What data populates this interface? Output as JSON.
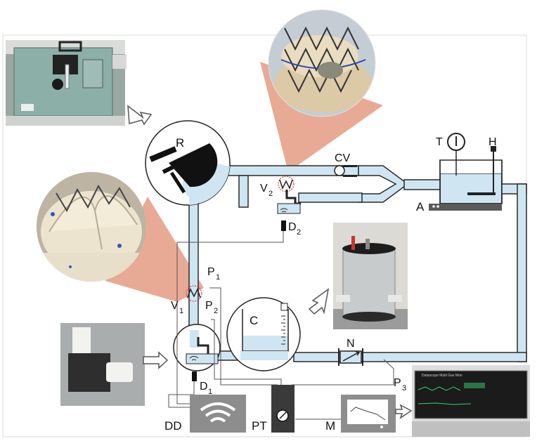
{
  "labels": {
    "R": "R",
    "CV": "CV",
    "T": "T",
    "H": "H",
    "A": "A",
    "V2": "V",
    "V2_sub": "2",
    "D2": "D",
    "D2_sub": "2",
    "P1": "P",
    "P1_sub": "1",
    "V1": "V",
    "V1_sub": "1",
    "P2": "P",
    "P2_sub": "2",
    "C": "C",
    "N": "N",
    "D1": "D",
    "D1_sub": "1",
    "P3": "P",
    "P3_sub": "3",
    "DD": "DD",
    "PT": "PT",
    "M": "M"
  },
  "photos": {
    "pump": "pump-photo",
    "valve_top": "stented-valve-photo",
    "valve_left": "aortic-valve-photo",
    "chamber": "compliance-chamber-photo",
    "sensor": "sensor-block-photo",
    "monitor": "monitor-photo"
  },
  "monitor_screen_text": "Datascope Multi Gas Mon",
  "colors": {
    "fluid": "#cfe6f2",
    "tube_stroke": "#2a2a2a",
    "salmon": "#e59b82",
    "device_gray": "#8d8d8d",
    "dark": "#222222"
  }
}
